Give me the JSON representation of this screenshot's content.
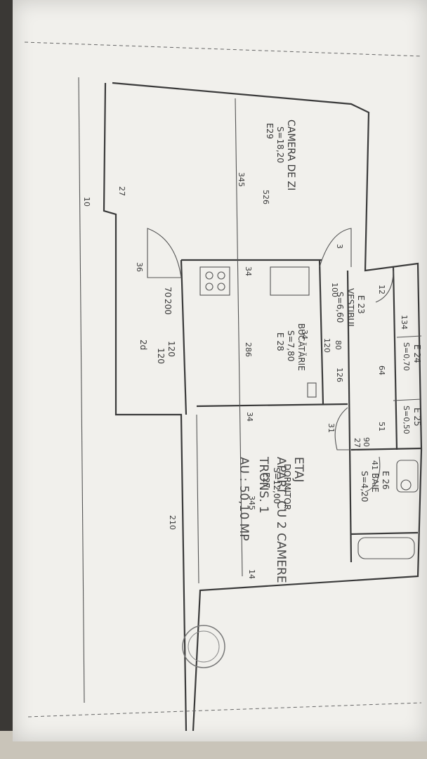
{
  "rooms": {
    "living": {
      "name": "CAMERA DE ZI",
      "area": "S=18,20",
      "code": "E29"
    },
    "hall": {
      "name": "VESTIBUL",
      "area": "S=6,60",
      "code": "E 23"
    },
    "kitchen": {
      "name": "BUCĂTĂRIE",
      "area": "S=7,80",
      "code": "E 28"
    },
    "bedroom": {
      "name": "DORMITOR",
      "area": "S=12,00",
      "code": "E27"
    },
    "bath": {
      "name": "BAIE",
      "area": "S=4,20",
      "code": "E 26"
    },
    "closet24": {
      "code": "E 24",
      "area": "S=0,70"
    },
    "closet25": {
      "code": "E 25",
      "area": "S=0,50"
    }
  },
  "dimensions": {
    "d10": "10",
    "d27": "27",
    "d345": "345",
    "d526": "526",
    "d3": "3",
    "d36": "36",
    "d70": "70",
    "d200": "200",
    "d120a": "120",
    "d120b": "120",
    "d2d": "2d",
    "d34a": "34",
    "d34b": "34",
    "d100": "100",
    "d12": "12",
    "d134": "134",
    "d64": "64",
    "d80": "80",
    "d120c": "120",
    "d126": "126",
    "d286": "286",
    "d31": "31",
    "d51": "51",
    "d90": "90",
    "d27b": "27",
    "d41": "41",
    "d345b": "345",
    "d14": "14",
    "d210": "210"
  },
  "notes": {
    "line1": "ETAJ",
    "line2": "APART. CU 2 CAMERE",
    "line3": "TRONS. 1",
    "line4": "AU : 50,10 MP"
  }
}
